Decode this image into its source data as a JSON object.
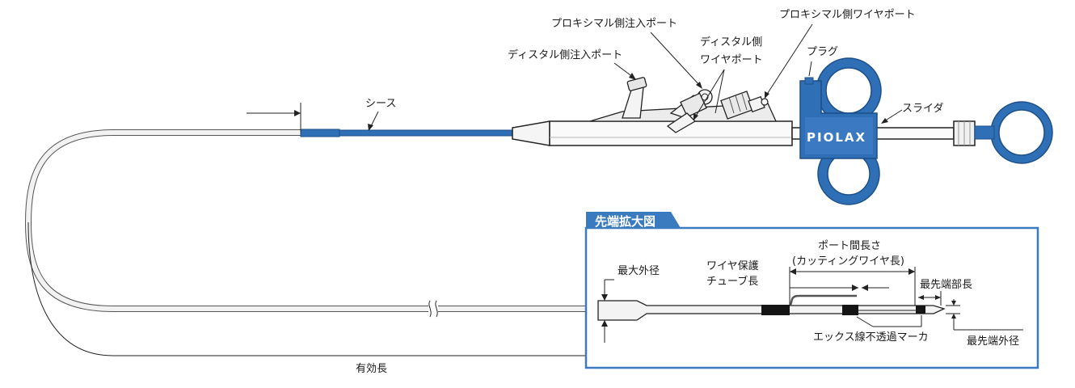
{
  "colors": {
    "device_blue": "#2f6fb5",
    "device_blue_light": "#5b8fd1",
    "inset_border": "#3a7bc0",
    "marker_black": "#151515"
  },
  "labels": {
    "sheath": "シース",
    "distal_injection_port": "ディスタル側注入ポート",
    "proximal_injection_port": "プロキシマル側注入ポート",
    "distal_wire_port_line1": "ディスタル側",
    "distal_wire_port_line2": "ワイヤポート",
    "proximal_wire_port": "プロキシマル側ワイヤポート",
    "plug": "プラグ",
    "slider": "スライダ",
    "effective_length": "有効長"
  },
  "logo": "PIOLAX",
  "inset": {
    "title": "先端拡大図",
    "max_outer_diameter": "最大外径",
    "wire_protect_tube_line1": "ワイヤ保護",
    "wire_protect_tube_line2": "チューブ長",
    "port_distance_line1": "ポート間長さ",
    "port_distance_line2": "(カッティングワイヤ長)",
    "distal_tip_length": "最先端部長",
    "xray_marker": "エックス線不透過マーカ",
    "distal_tip_diameter": "最先端外径"
  }
}
